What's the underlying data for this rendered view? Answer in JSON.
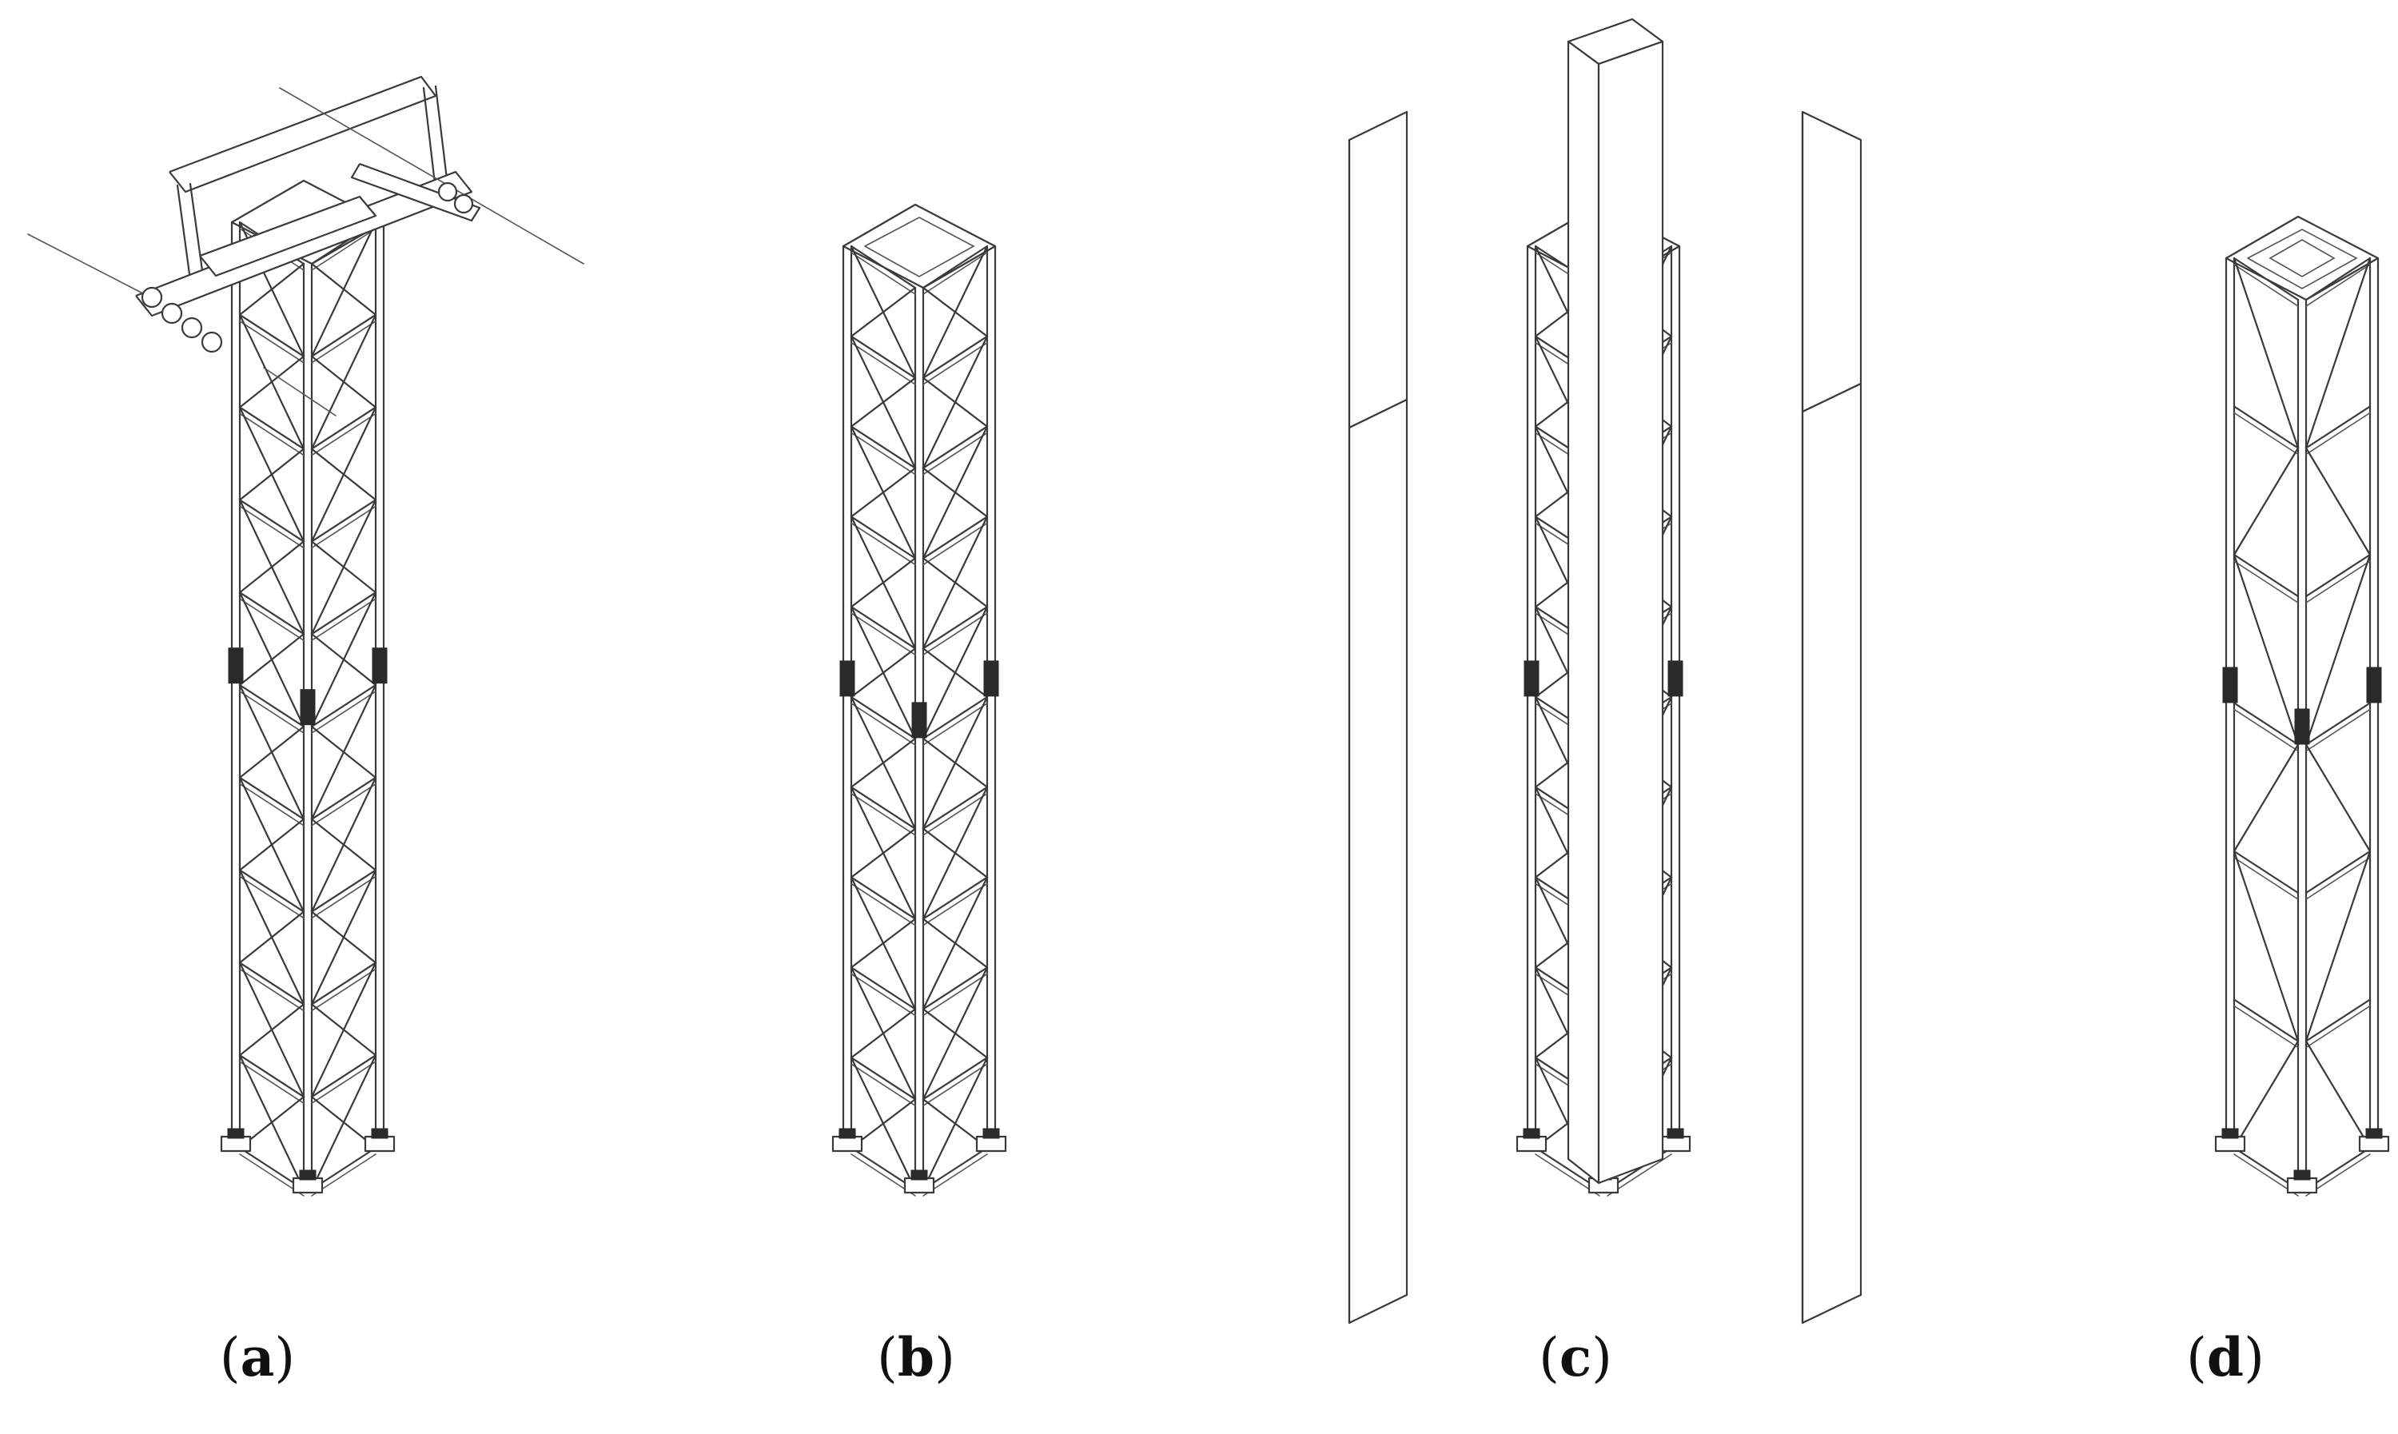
{
  "figure": {
    "panels": [
      {
        "id": "a",
        "label": "a"
      },
      {
        "id": "b",
        "label": "b"
      },
      {
        "id": "c",
        "label": "c"
      },
      {
        "id": "d",
        "label": "d"
      }
    ],
    "colors": {
      "line": "#3a3a3a",
      "background": "#ffffff",
      "text": "#111111"
    }
  }
}
